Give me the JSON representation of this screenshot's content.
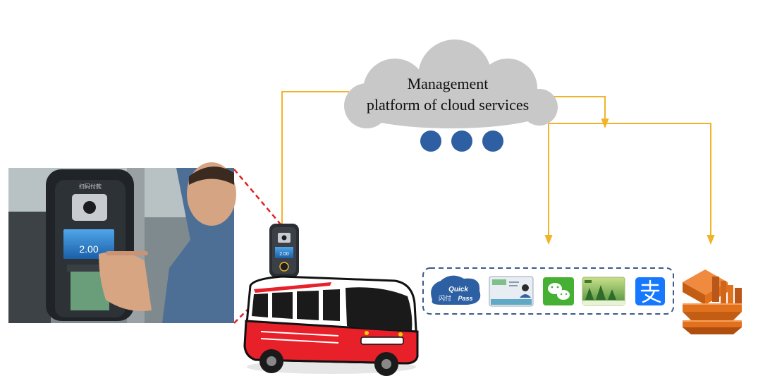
{
  "cloud": {
    "line1": "Management",
    "line2": "platform of cloud services"
  },
  "photo": {
    "terminal_header": "扫码付款",
    "screen_amount": "2.00"
  },
  "device": {
    "screen_amount": "2.00"
  },
  "payments": {
    "quickpass": {
      "top": "Quick",
      "bottom_cn": "闪付",
      "bottom_en": "Pass"
    }
  },
  "colors": {
    "connector": "#f0b429",
    "zoom_line": "#e02020",
    "cloud": "#c8c8c8",
    "dot": "#2e5fa3",
    "bus_red": "#e8202a",
    "stack_orange": "#e2711d",
    "frame_border": "#3b5a8a"
  }
}
